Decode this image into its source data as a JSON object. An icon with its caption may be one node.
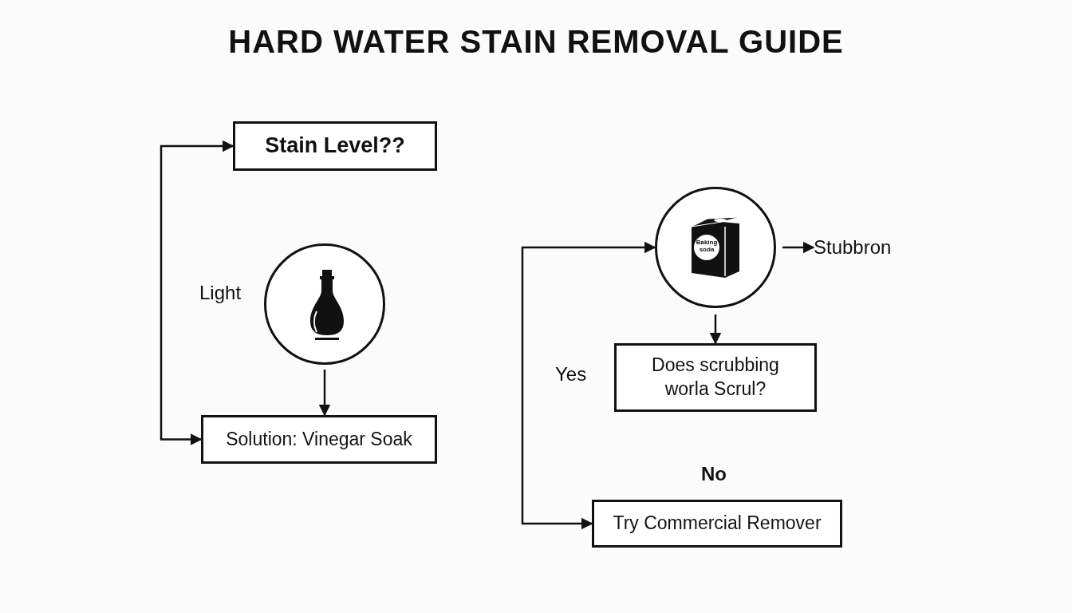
{
  "diagram": {
    "title": "HARD WATER STAIN REMOVAL GUIDE",
    "nodes": [
      {
        "text": [
          "Stain Level??"
        ]
      },
      {
        "text": [],
        "shape": "picture"
      },
      {
        "text": [
          "Solution: Vinegar Soak"
        ]
      },
      {
        "text": [
          "Baking soda"
        ]
      },
      {
        "text": [
          "Stubbron"
        ]
      },
      {
        "text": [
          "Does scrubbing worla Scrul?"
        ]
      },
      {
        "text": [
          "Try Commercial Remover"
        ]
      }
    ],
    "edges": [
      {
        "from": 0,
        "to": 2,
        "arrow": "both"
      },
      {
        "from": 1,
        "to": 2,
        "arrow": "to"
      },
      {
        "from": 3,
        "to": 4,
        "arrow": "to"
      },
      {
        "from": 3,
        "to": 5,
        "arrow": "to"
      },
      {
        "from": 3,
        "to": 6,
        "arrow": "both"
      }
    ],
    "labels": [
      "Light",
      "Yes",
      "No"
    ]
  }
}
